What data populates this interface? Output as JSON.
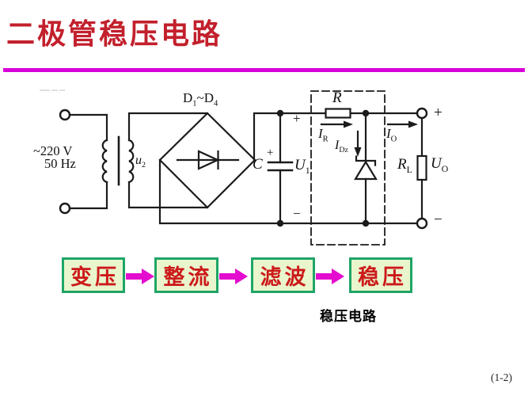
{
  "page": {
    "title": "二极管稳压电路",
    "page_number": "(1-2)"
  },
  "colors": {
    "title-red": "#c2202c",
    "rule-magenta": "#d800d8",
    "arrow-magenta": "#e40cce",
    "box-border": "#1fa566",
    "box-fill": "#e9f6cd",
    "box-text": "#cc1a1a",
    "ink": "#1b1b1b"
  },
  "circuit": {
    "source_line1": "~220 V",
    "source_line2": "50 Hz",
    "u2": {
      "base": "u",
      "sub": "2"
    },
    "bridge_label": {
      "p1": "D",
      "s1": "1",
      "p2": "~D",
      "s2": "4"
    },
    "cap": "C",
    "u1": {
      "base": "U",
      "sub": "1"
    },
    "r": "R",
    "i_r": {
      "base": "I",
      "sub": "R"
    },
    "i_dz": {
      "base": "I",
      "sub": "Dz"
    },
    "i_o": {
      "base": "I",
      "sub": "O"
    },
    "r_l": {
      "base": "R",
      "sub": "L"
    },
    "u_o": {
      "base": "U",
      "sub": "O"
    },
    "plus": "+",
    "minus": "−",
    "box_label": "稳压电路"
  },
  "flow": {
    "steps": [
      {
        "label": "变压"
      },
      {
        "label": "整流"
      },
      {
        "label": "滤波"
      },
      {
        "label": "稳压"
      }
    ]
  }
}
